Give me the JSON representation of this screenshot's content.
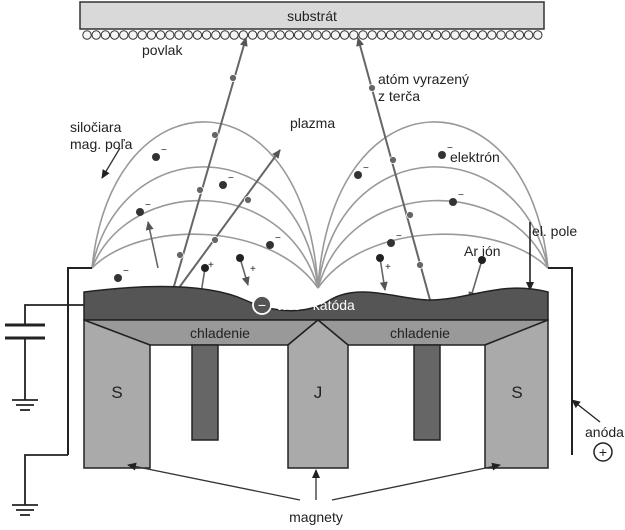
{
  "labels": {
    "substrate": "substrát",
    "coating": "povlak",
    "sputtered_atom_line1": "atóm vyrazený",
    "sputtered_atom_line2": "z terča",
    "field_line_line1": "siločiara",
    "field_line_line2": "mag. poľa",
    "plasma": "plazma",
    "electron": "elektrón",
    "electric_field": "el. pole",
    "argon_ion": "Ar ión",
    "target_cathode": "terč - katóda",
    "cooling_left": "chladenie",
    "cooling_right": "chladenie",
    "magnet_s_left": "S",
    "magnet_j": "J",
    "magnet_s_right": "S",
    "anode": "anóda",
    "magnets": "magnety"
  },
  "symbols": {
    "minus": "−",
    "plus": "+",
    "cathode_sign": "−",
    "anode_sign": "+"
  }
}
